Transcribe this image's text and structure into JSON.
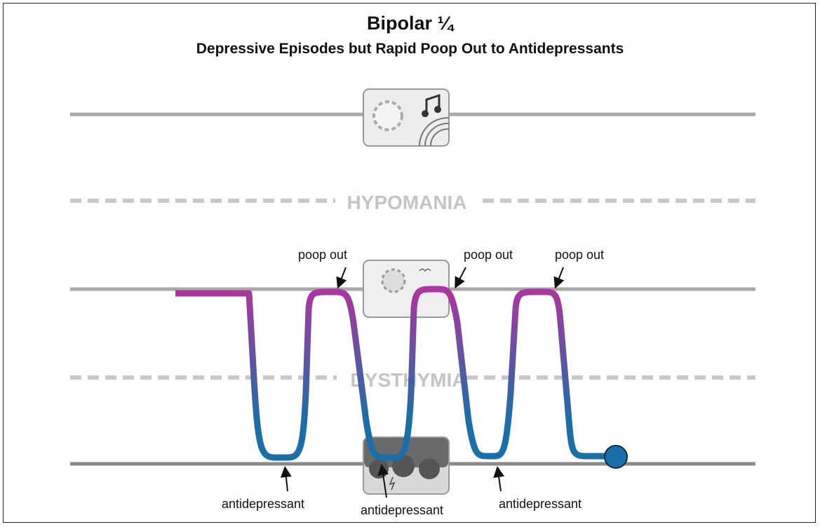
{
  "title": "Bipolar ¼",
  "subtitle": "Depressive Episodes but Rapid Poop Out to Antidepressants",
  "zones": {
    "hypomania": "HYPOMANIA",
    "dysthymia": "DYSTHYMIA"
  },
  "annotations": {
    "poop_out": [
      "poop out",
      "poop out",
      "poop out"
    ],
    "antidepressant": [
      "antidepressant",
      "antidepressant",
      "antidepressant"
    ]
  },
  "icons": {
    "mania": "sun-and-music-icon",
    "euthymia": "sun-and-birds-icon",
    "depression": "storm-cloud-icon"
  },
  "colors": {
    "mood_high": "#a8379f",
    "mood_low": "#1a6fa8",
    "line": "#a8a8a8",
    "dash": "#c8c8c8"
  }
}
